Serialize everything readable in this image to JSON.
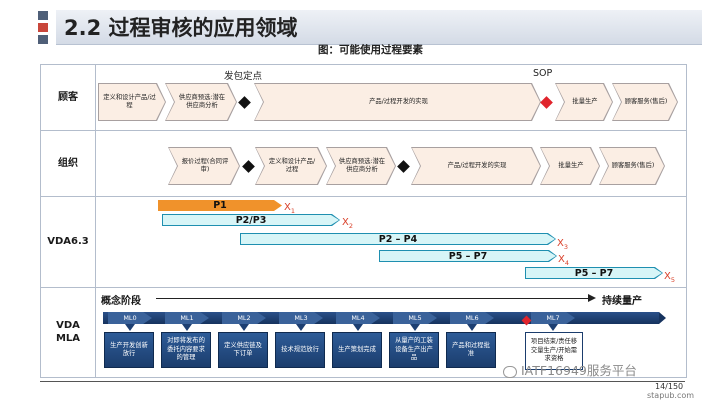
{
  "header": {
    "title": "2.2 过程审核的应用领域",
    "subtitle": "图：可能使用过程要素",
    "square_colors": [
      "#4f5f78",
      "#c9463b",
      "#4f5f78"
    ]
  },
  "rows": {
    "customer": {
      "label": "顾客",
      "milestone_labels": [
        "发包定点",
        "SOP"
      ],
      "steps": [
        "定义和设计产品/过程",
        "供应商预选:潜在供应商分析",
        "产品/过程开发的实现",
        "批量生产",
        "顾客服务(售后)"
      ]
    },
    "organization": {
      "label": "组织",
      "steps": [
        "报价过程(合同评审)",
        "定义和设计产品/过程",
        "供应商预选:潜在供应商分析",
        "产品/过程开发的实现",
        "批量生产",
        "顾客服务(售后)"
      ]
    },
    "vda63": {
      "label": "VDA6.3",
      "arrows": [
        {
          "label": "P1",
          "mark": "X",
          "sub": "1",
          "color": "#f0922b"
        },
        {
          "label": "P2/P3",
          "mark": "X",
          "sub": "2",
          "color": "#d7f5f7"
        },
        {
          "label": "P2 – P4",
          "mark": "X",
          "sub": "3",
          "color": "#d7f5f7"
        },
        {
          "label": "P5 – P7",
          "mark": "X",
          "sub": "4",
          "color": "#d7f5f7"
        },
        {
          "label": "P5 – P7",
          "mark": "X",
          "sub": "5",
          "color": "#d7f5f7"
        }
      ]
    },
    "mla": {
      "label_line1": "VDA",
      "label_line2": "MLA",
      "phase_start": "概念阶段",
      "phase_end": "持续量产",
      "levels": [
        "ML0",
        "ML1",
        "ML2",
        "ML3",
        "ML4",
        "ML5",
        "ML6",
        "ML7"
      ],
      "boxes": [
        "生产开发创新放行",
        "对即将发布的委托内容要求的管理",
        "定义供应链及下订单",
        "技术规范放行",
        "生产策划完成",
        "从量产的工装设备生产出产品",
        "产品和过程批准",
        "项目结束/责任移交量生产/开始需求资格"
      ]
    }
  },
  "footer": {
    "page": "14/150",
    "watermark": "IATF16949服务平台",
    "site": "stapub.com"
  }
}
